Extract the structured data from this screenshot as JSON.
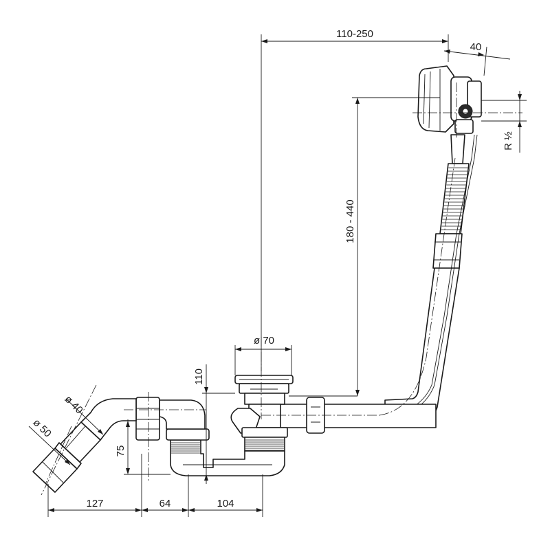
{
  "diagram": {
    "dimensions": {
      "overflow_reach": "110-250",
      "overflow_depth": "40",
      "thread": "R ½",
      "overflow_height": "180 - 440",
      "waste_diameter": "ø 70",
      "waste_height": "110",
      "outlet_diameter_40": "ø 40",
      "outlet_diameter_50": "ø 50",
      "trap_height": "75",
      "len_127": "127",
      "len_64": "64",
      "len_104": "104"
    }
  }
}
